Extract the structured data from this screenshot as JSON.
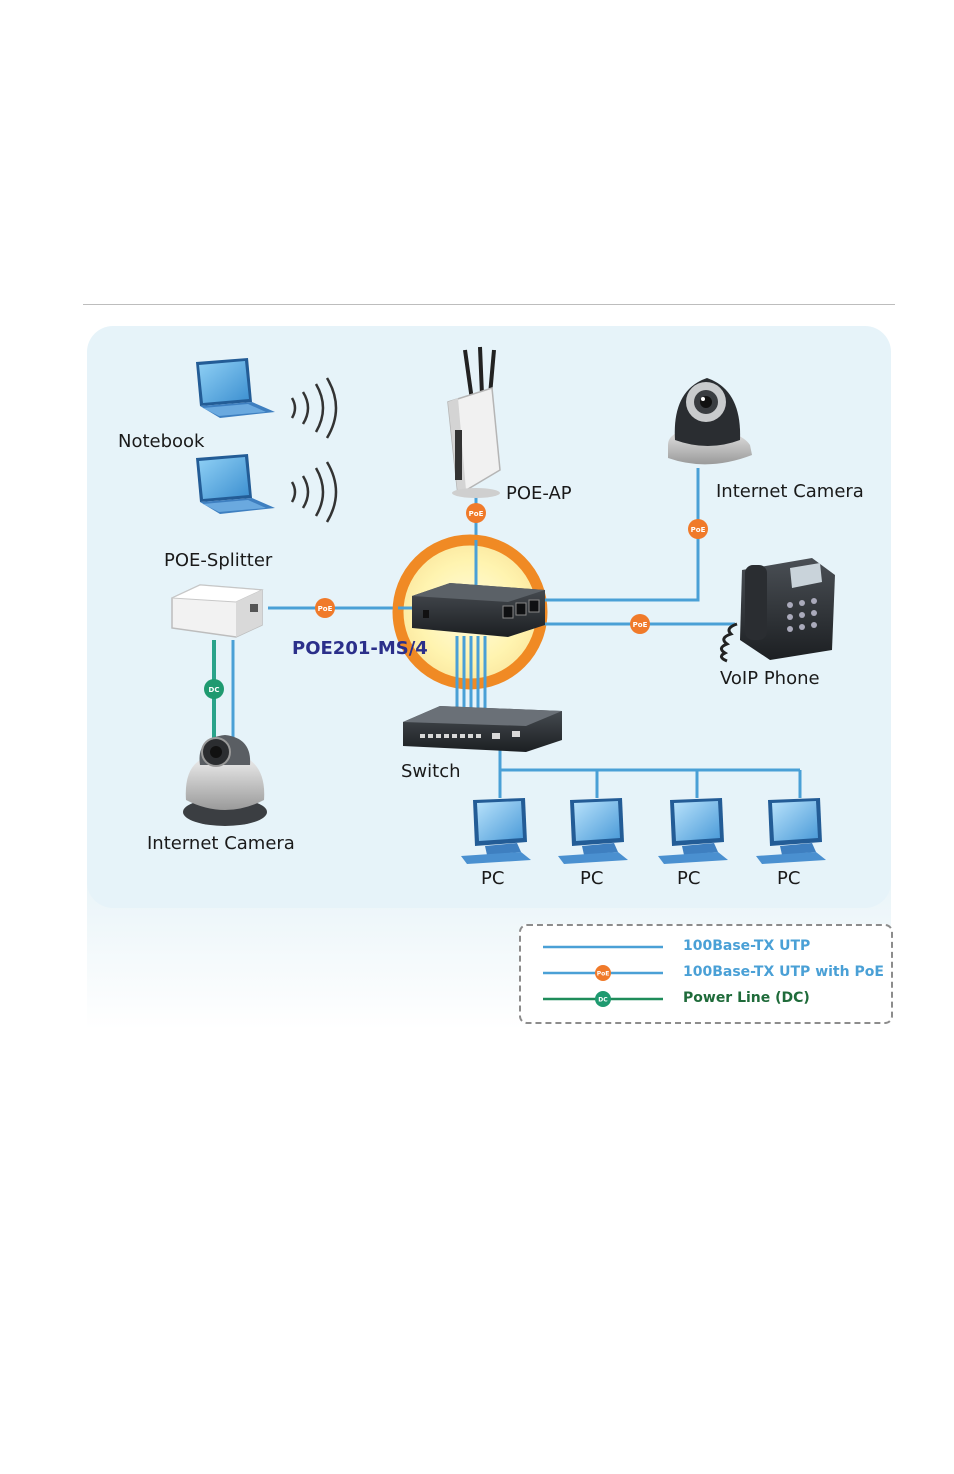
{
  "labels": {
    "notebook": "Notebook",
    "poe_ap": "POE-AP",
    "internet_camera_top": "Internet Camera",
    "poe_splitter": "POE-Splitter",
    "device": "POE201-MS/4",
    "voip_phone": "VoIP Phone",
    "switch": "Switch",
    "internet_camera_bottom": "Internet Camera",
    "pc": [
      "PC",
      "PC",
      "PC",
      "PC"
    ]
  },
  "badges": {
    "poe": "PoE",
    "dc": "DC"
  },
  "legend": [
    {
      "text": "100Base-TX UTP",
      "color": "#4aa0d6",
      "marker": ""
    },
    {
      "text": "100Base-TX UTP with PoE",
      "color": "#4aa0d6",
      "marker": "PoE"
    },
    {
      "text": "Power Line (DC)",
      "color": "#1f8c5a",
      "marker": "DC"
    }
  ],
  "colors": {
    "utp": "#4aa0d6",
    "poe_badge": "#f07a2a",
    "dc_line": "#2aa38a",
    "ring": "#f08a24",
    "panel": "#e6f3f9"
  }
}
